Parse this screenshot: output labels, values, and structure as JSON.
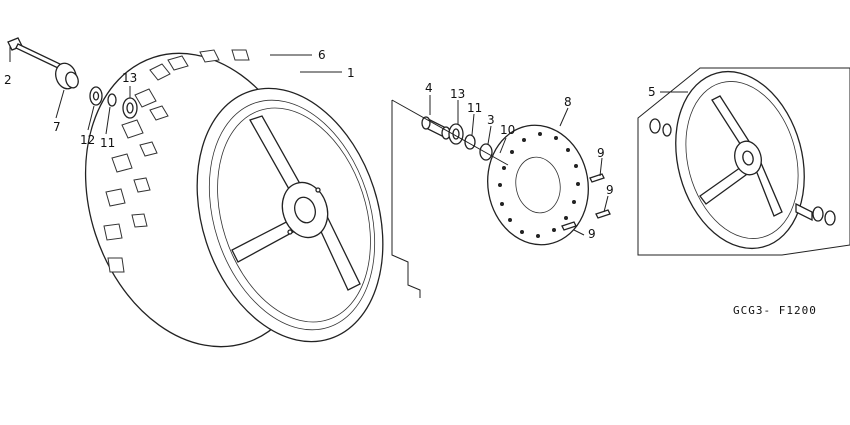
{
  "diagram": {
    "code": "GCG3- F1200",
    "callouts": [
      "1",
      "2",
      "3",
      "4",
      "5",
      "6",
      "7",
      "8",
      "9",
      "9",
      "9",
      "10",
      "11",
      "11",
      "12",
      "13",
      "13"
    ],
    "assembly_box": {
      "label": "5"
    }
  }
}
